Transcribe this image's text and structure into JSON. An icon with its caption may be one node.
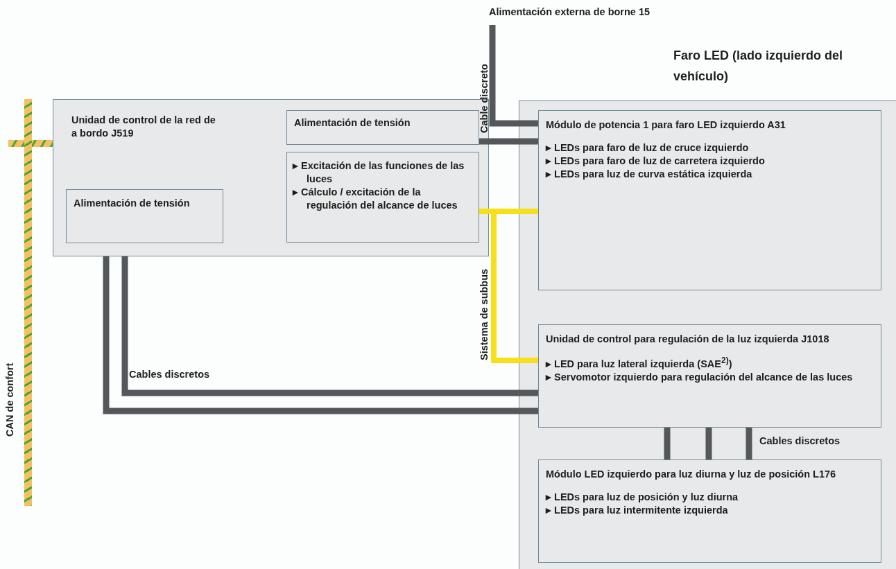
{
  "diagram": {
    "nodes": [
      {
        "text": [
          "Unidad de control de la red de a bordo J519"
        ]
      },
      {
        "text": [
          "Alimentación de tensión"
        ],
        "in": 0
      },
      {
        "text": [
          "Alimentación de tensión"
        ],
        "in": 0
      },
      {
        "text": [
          "▸ Excitación de las funciones de las luces",
          "▸ Cálculo / excitación de la regulación del alcance de luces"
        ],
        "in": 0
      },
      {
        "text": [
          "Faro LED (lado izquierdo del vehículo)"
        ]
      },
      {
        "text": [
          "Módulo de potencia 1 para faro LED izquierdo A31",
          "▸ LEDs para faro de luz de cruce izquierdo",
          "▸ LEDs para faro de luz de carretera izquierdo",
          "▸ LEDs para luz de curva estática izquierda"
        ],
        "in": 4
      },
      {
        "text": [
          "Unidad de control para regulación de la luz izquierda J1018",
          "▸ LED para luz lateral izquierda (SAE$^{2)}$)",
          "▸ Servomotor izquierdo para regulación del alcance de las luces"
        ],
        "in": 4
      },
      {
        "text": [
          "Módulo LED izquierdo para luz diurna y luz de posición L176",
          "▸ LEDs para luz de posición y luz diurna",
          "▸ LEDs para luz intermitente izquierda"
        ],
        "in": 4
      },
      {
        "text": [],
        "shape": "bar",
        "beside": [
          "CAN de confort"
        ]
      },
      {
        "text": [
          "Alimentación externa de borne 15"
        ]
      }
    ],
    "edges": [
      {
        "from": 8,
        "to": 0,
        "arrow": "none",
        "color": "#f5c060"
      },
      {
        "from": 9,
        "to": 5,
        "arrow": "none",
        "label": "Cable discreto"
      },
      {
        "from": 2,
        "to": 5,
        "arrow": "none"
      },
      {
        "from": 3,
        "to": 5,
        "arrow": "none",
        "color": "#f7e01a"
      },
      {
        "from": 3,
        "to": 6,
        "arrow": "none",
        "color": "#f7e01a",
        "label": "Sistema de subbus"
      },
      {
        "from": 0,
        "to": 6,
        "arrow": "none",
        "label": "Cables discretos"
      },
      {
        "from": 0,
        "to": 6,
        "arrow": "none"
      },
      {
        "from": 6,
        "to": 7,
        "arrow": "none"
      },
      {
        "from": 6,
        "to": 7,
        "arrow": "none"
      },
      {
        "from": 6,
        "to": 7,
        "arrow": "none",
        "label": "Cables discretos"
      }
    ]
  }
}
